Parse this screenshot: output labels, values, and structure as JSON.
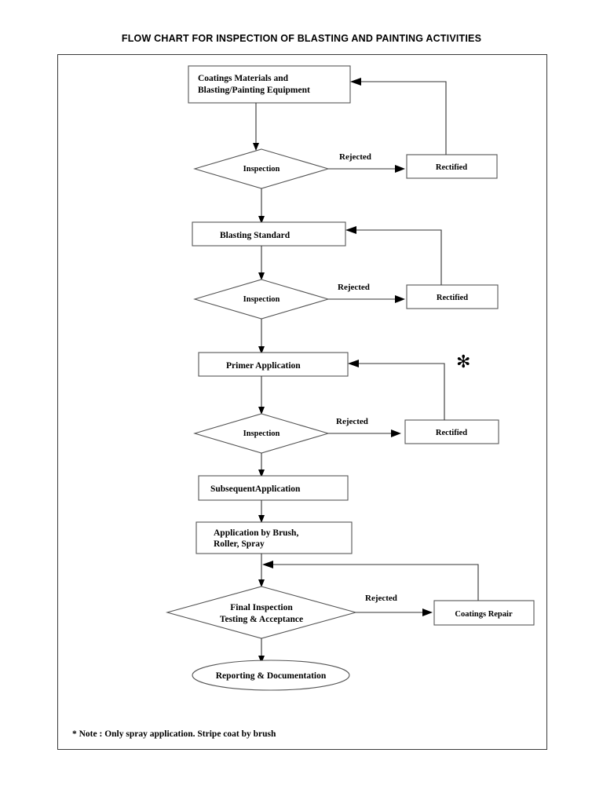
{
  "title": "FLOW CHART FOR INSPECTION OF BLASTING AND PAINTING ACTIVITIES",
  "nodes": {
    "coatings_materials_line1": "Coatings Materials and",
    "coatings_materials_line2": "Blasting/Painting Equipment",
    "inspection_1": "Inspection",
    "rectified_1": "Rectified",
    "blasting_standard": "Blasting Standard",
    "inspection_2": "Inspection",
    "rectified_2": "Rectified",
    "primer_application": "Primer Application",
    "inspection_3": "Inspection",
    "rectified_3": "Rectified",
    "subsequent_application": "SubsequentApplication",
    "application_by_line1": "Application by Brush,",
    "application_by_line2": "Roller, Spray",
    "final_inspection_line1": "Final Inspection",
    "final_inspection_line2": "Testing & Acceptance",
    "coatings_repair": "Coatings Repair",
    "reporting": "Reporting & Documentation"
  },
  "edge_labels": {
    "rejected_1": "Rejected",
    "rejected_2": "Rejected",
    "rejected_3": "Rejected",
    "rejected_4": "Rejected"
  },
  "markers": {
    "asterisk": "✻"
  },
  "note": "* Note : Only spray application. Stripe coat by brush",
  "colors": {
    "background": "#ffffff",
    "text": "#000000",
    "shape_stroke": "#555555",
    "connector": "#333333",
    "frame": "#3a3a3a"
  },
  "chart_data": {
    "type": "diagram",
    "title": "FLOW CHART FOR INSPECTION OF BLASTING AND PAINTING ACTIVITIES",
    "nodes": [
      {
        "id": "n1",
        "shape": "rect",
        "label": "Coatings Materials and Blasting/Painting Equipment"
      },
      {
        "id": "d1",
        "shape": "diamond",
        "label": "Inspection"
      },
      {
        "id": "r1",
        "shape": "rect",
        "label": "Rectified"
      },
      {
        "id": "n2",
        "shape": "rect",
        "label": "Blasting Standard"
      },
      {
        "id": "d2",
        "shape": "diamond",
        "label": "Inspection"
      },
      {
        "id": "r2",
        "shape": "rect",
        "label": "Rectified"
      },
      {
        "id": "n3",
        "shape": "rect",
        "label": "Primer Application"
      },
      {
        "id": "d3",
        "shape": "diamond",
        "label": "Inspection"
      },
      {
        "id": "r3",
        "shape": "rect",
        "label": "Rectified"
      },
      {
        "id": "n4",
        "shape": "rect",
        "label": "SubsequentApplication"
      },
      {
        "id": "n5",
        "shape": "rect",
        "label": "Application by Brush, Roller, Spray"
      },
      {
        "id": "d4",
        "shape": "diamond",
        "label": "Final Inspection Testing & Acceptance"
      },
      {
        "id": "r4",
        "shape": "rect",
        "label": "Coatings Repair"
      },
      {
        "id": "n6",
        "shape": "ellipse",
        "label": "Reporting & Documentation"
      }
    ],
    "edges": [
      {
        "from": "n1",
        "to": "d1",
        "label": ""
      },
      {
        "from": "d1",
        "to": "r1",
        "label": "Rejected"
      },
      {
        "from": "r1",
        "to": "n1",
        "label": ""
      },
      {
        "from": "d1",
        "to": "n2",
        "label": ""
      },
      {
        "from": "d2",
        "to": "r2",
        "label": "Rejected"
      },
      {
        "from": "r2",
        "to": "n2",
        "label": ""
      },
      {
        "from": "n2",
        "to": "d2",
        "label": ""
      },
      {
        "from": "d2",
        "to": "n3",
        "label": ""
      },
      {
        "from": "n3",
        "to": "d3",
        "label": ""
      },
      {
        "from": "d3",
        "to": "r3",
        "label": "Rejected"
      },
      {
        "from": "r3",
        "to": "n3",
        "label": ""
      },
      {
        "from": "d3",
        "to": "n4",
        "label": ""
      },
      {
        "from": "n4",
        "to": "n5",
        "label": ""
      },
      {
        "from": "n5",
        "to": "d4",
        "label": ""
      },
      {
        "from": "d4",
        "to": "r4",
        "label": "Rejected"
      },
      {
        "from": "r4",
        "to": "n5",
        "label": ""
      },
      {
        "from": "d4",
        "to": "n6",
        "label": ""
      }
    ],
    "annotations": [
      "* Note : Only spray application. Stripe coat by brush"
    ]
  }
}
